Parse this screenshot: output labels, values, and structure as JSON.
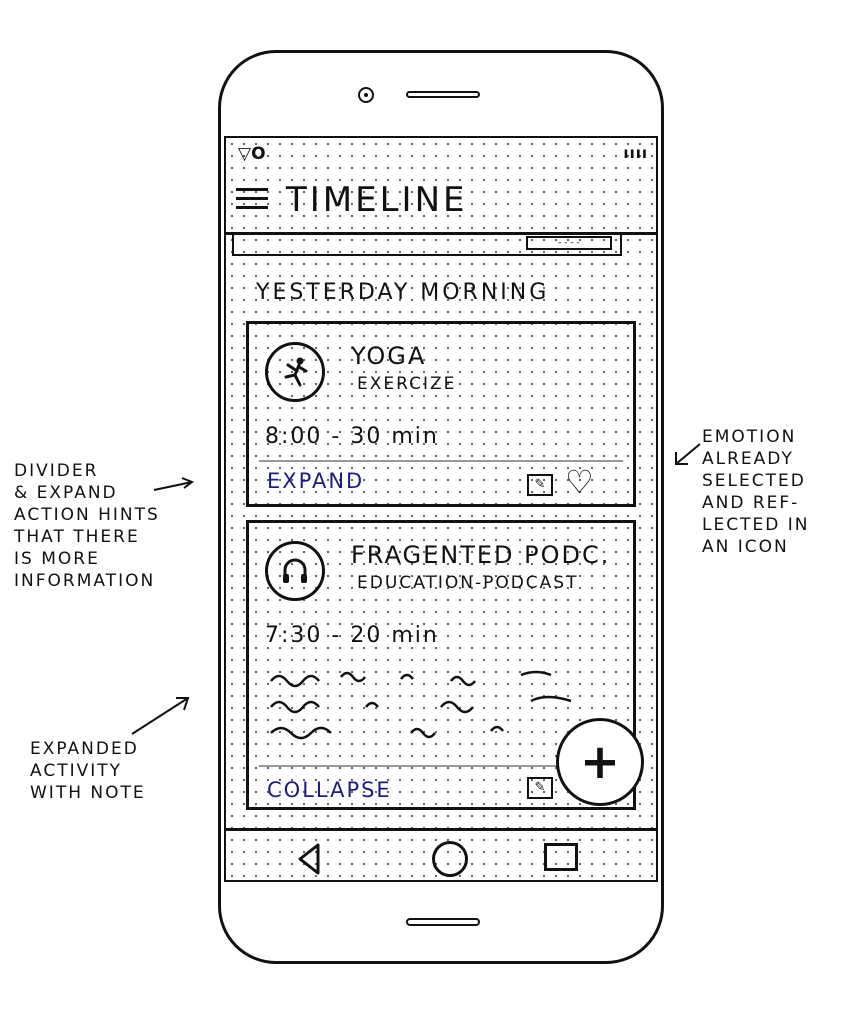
{
  "status_bar": {
    "left": "▽O",
    "right": "ıııı"
  },
  "app_bar": {
    "title": "TIMELINE"
  },
  "section": {
    "header": "YESTERDAY MORNING"
  },
  "cards": [
    {
      "title": "YOGA",
      "category": "EXERCIZE",
      "time": "8:00  -  30 min",
      "action": "EXPAND",
      "icon": "yoga-pose-icon",
      "emotion_icon": "heart-icon"
    },
    {
      "title": "FRAGENTED PODC.",
      "category": "EDUCATION-PODCAST",
      "time": "7:30 - 20 min",
      "action": "COLLAPSE",
      "icon": "headphones-icon"
    }
  ],
  "fab": {
    "icon": "plus-icon",
    "label": "+"
  },
  "navigation": {
    "icons": [
      "back-icon",
      "home-icon",
      "recents-icon"
    ]
  },
  "annotations": {
    "divider_hint": "DIVIDER\n& EXPAND\nACTION HINTS\nTHAT THERE\nIS MORE\nINFORMATION",
    "expanded_hint": "EXPANDED\nACTIVITY\nWITH NOTE",
    "emotion_hint": "EMOTION\nALREADY\nSELECTED\nAND REF-\nLECTED IN\nAN ICON"
  }
}
